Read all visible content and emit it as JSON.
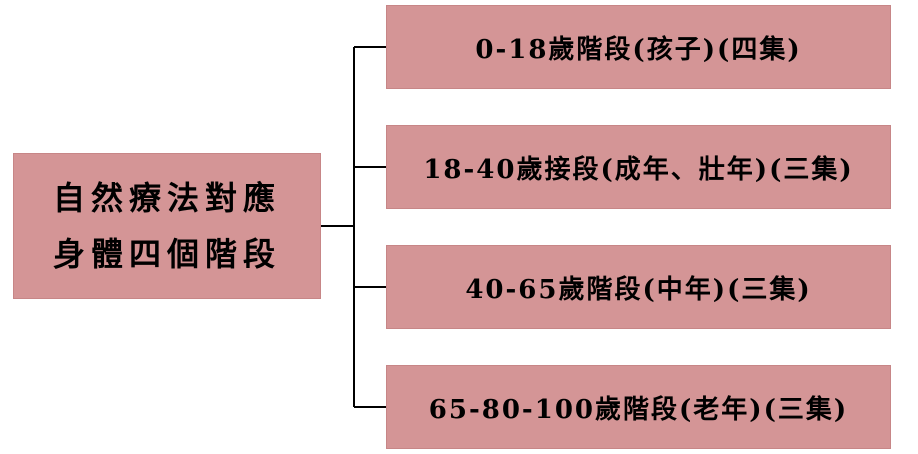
{
  "root": {
    "line1": "自然療法對應",
    "line2": "身體四個階段"
  },
  "branches": [
    {
      "label": "0-18歲階段(孩子)(四集)"
    },
    {
      "label": "18-40歲接段(成年、壯年)(三集)"
    },
    {
      "label": "40-65歲階段(中年)(三集)"
    },
    {
      "label": "65-80-100歲階段(老年)(三集)"
    }
  ],
  "colors": {
    "box_fill": "#d49596",
    "line": "#000000"
  }
}
